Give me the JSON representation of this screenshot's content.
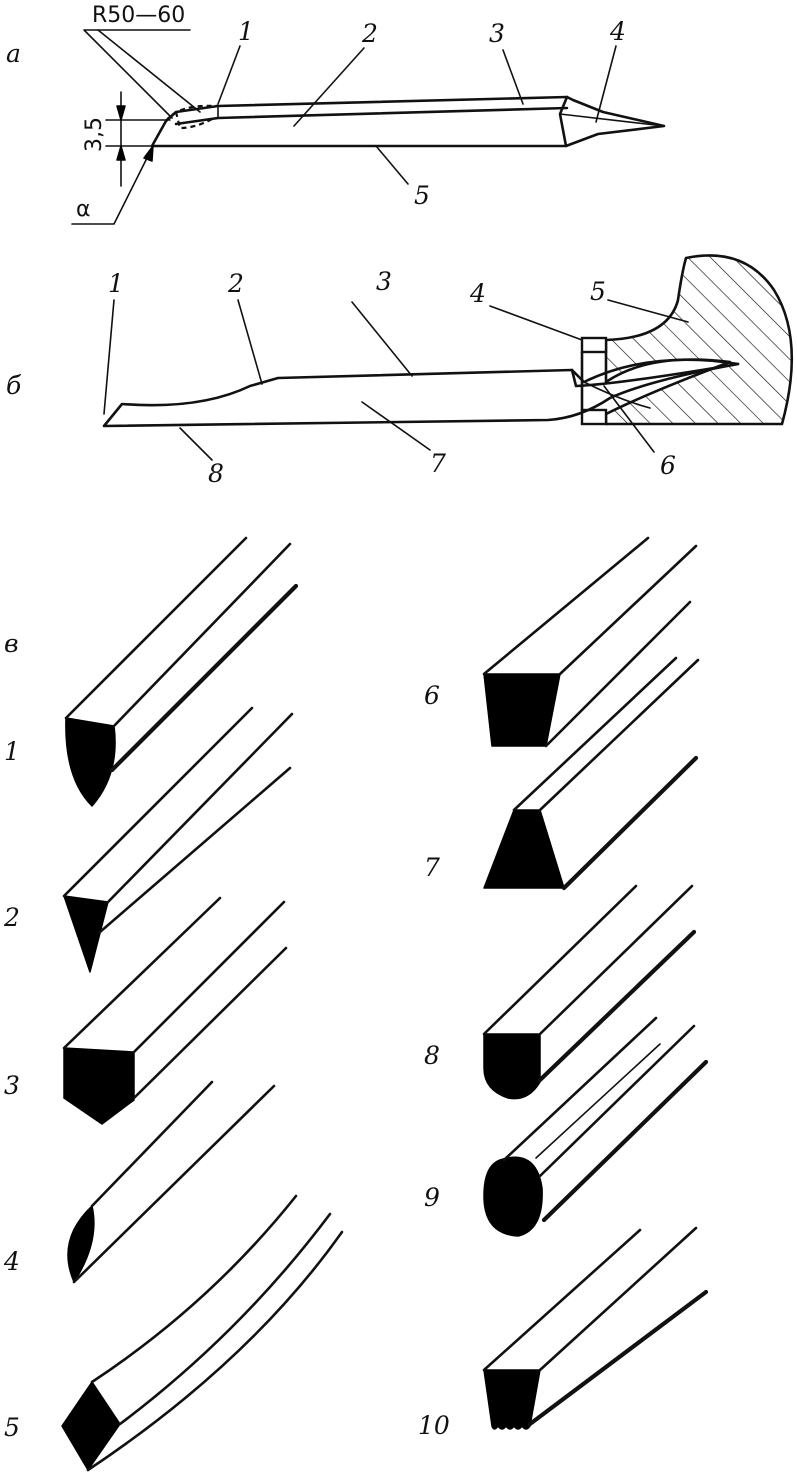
{
  "figure": {
    "panel_a": {
      "letter": "а",
      "radius_label": "R50—60",
      "dimension_label": "3,5",
      "angle_label": "α",
      "callouts": [
        "1",
        "2",
        "3",
        "4",
        "5"
      ]
    },
    "panel_b": {
      "letter": "б",
      "callouts": [
        "1",
        "2",
        "3",
        "4",
        "5",
        "6",
        "7",
        "8"
      ]
    },
    "panel_c": {
      "letter": "в",
      "profiles": [
        "1",
        "2",
        "3",
        "4",
        "5",
        "6",
        "7",
        "8",
        "9",
        "10"
      ]
    }
  }
}
